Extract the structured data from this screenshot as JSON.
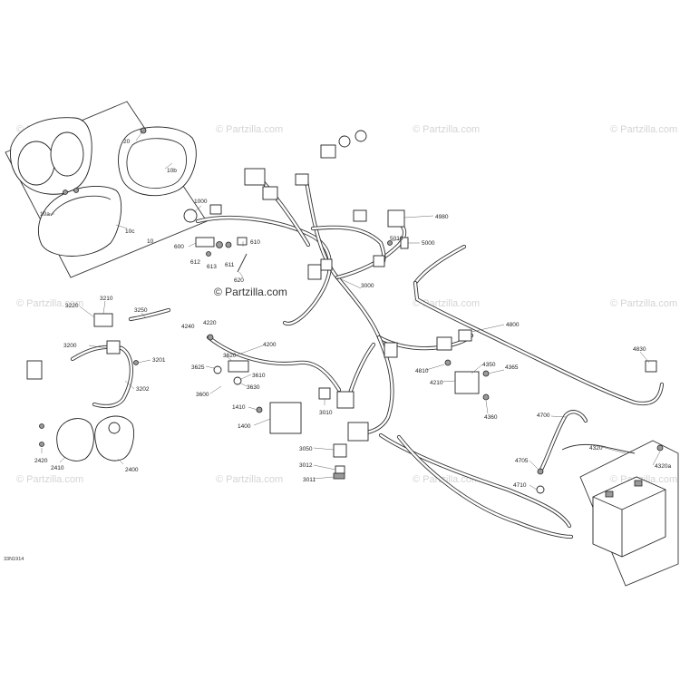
{
  "watermark": "© Partzilla.com",
  "reference_code": "33N1914",
  "labels": [
    {
      "id": "20",
      "text": "20"
    },
    {
      "id": "10b",
      "text": "10b"
    },
    {
      "id": "10a",
      "text": "10a"
    },
    {
      "id": "10c",
      "text": "10c"
    },
    {
      "id": "10",
      "text": "10"
    },
    {
      "id": "1000",
      "text": "1000"
    },
    {
      "id": "600",
      "text": "600"
    },
    {
      "id": "610",
      "text": "610"
    },
    {
      "id": "612",
      "text": "612"
    },
    {
      "id": "613",
      "text": "613"
    },
    {
      "id": "611",
      "text": "611"
    },
    {
      "id": "620",
      "text": "620"
    },
    {
      "id": "4980",
      "text": "4980"
    },
    {
      "id": "5010",
      "text": "5010"
    },
    {
      "id": "5000",
      "text": "5000"
    },
    {
      "id": "3000",
      "text": "3000"
    },
    {
      "id": "3210",
      "text": "3210"
    },
    {
      "id": "3220",
      "text": "3220"
    },
    {
      "id": "3250",
      "text": "3250"
    },
    {
      "id": "4240",
      "text": "4240"
    },
    {
      "id": "4220",
      "text": "4220"
    },
    {
      "id": "3200",
      "text": "3200"
    },
    {
      "id": "3201",
      "text": "3201"
    },
    {
      "id": "3202",
      "text": "3202"
    },
    {
      "id": "4200",
      "text": "4200"
    },
    {
      "id": "3620",
      "text": "3620"
    },
    {
      "id": "3625",
      "text": "3625"
    },
    {
      "id": "3610",
      "text": "3610"
    },
    {
      "id": "3630",
      "text": "3630"
    },
    {
      "id": "3600",
      "text": "3600"
    },
    {
      "id": "4800",
      "text": "4800"
    },
    {
      "id": "4830",
      "text": "4830"
    },
    {
      "id": "4350",
      "text": "4350"
    },
    {
      "id": "4365",
      "text": "4365"
    },
    {
      "id": "4810",
      "text": "4810"
    },
    {
      "id": "4210",
      "text": "4210"
    },
    {
      "id": "4360",
      "text": "4360"
    },
    {
      "id": "3010",
      "text": "3010"
    },
    {
      "id": "1410",
      "text": "1410"
    },
    {
      "id": "1400",
      "text": "1400"
    },
    {
      "id": "4700",
      "text": "4700"
    },
    {
      "id": "2420",
      "text": "2420"
    },
    {
      "id": "2410",
      "text": "2410"
    },
    {
      "id": "2400",
      "text": "2400"
    },
    {
      "id": "3050",
      "text": "3050"
    },
    {
      "id": "3012",
      "text": "3012"
    },
    {
      "id": "3011",
      "text": "3011"
    },
    {
      "id": "4320",
      "text": "4320"
    },
    {
      "id": "4705",
      "text": "4705"
    },
    {
      "id": "4320a",
      "text": "4320a"
    },
    {
      "id": "4710",
      "text": "4710"
    }
  ]
}
